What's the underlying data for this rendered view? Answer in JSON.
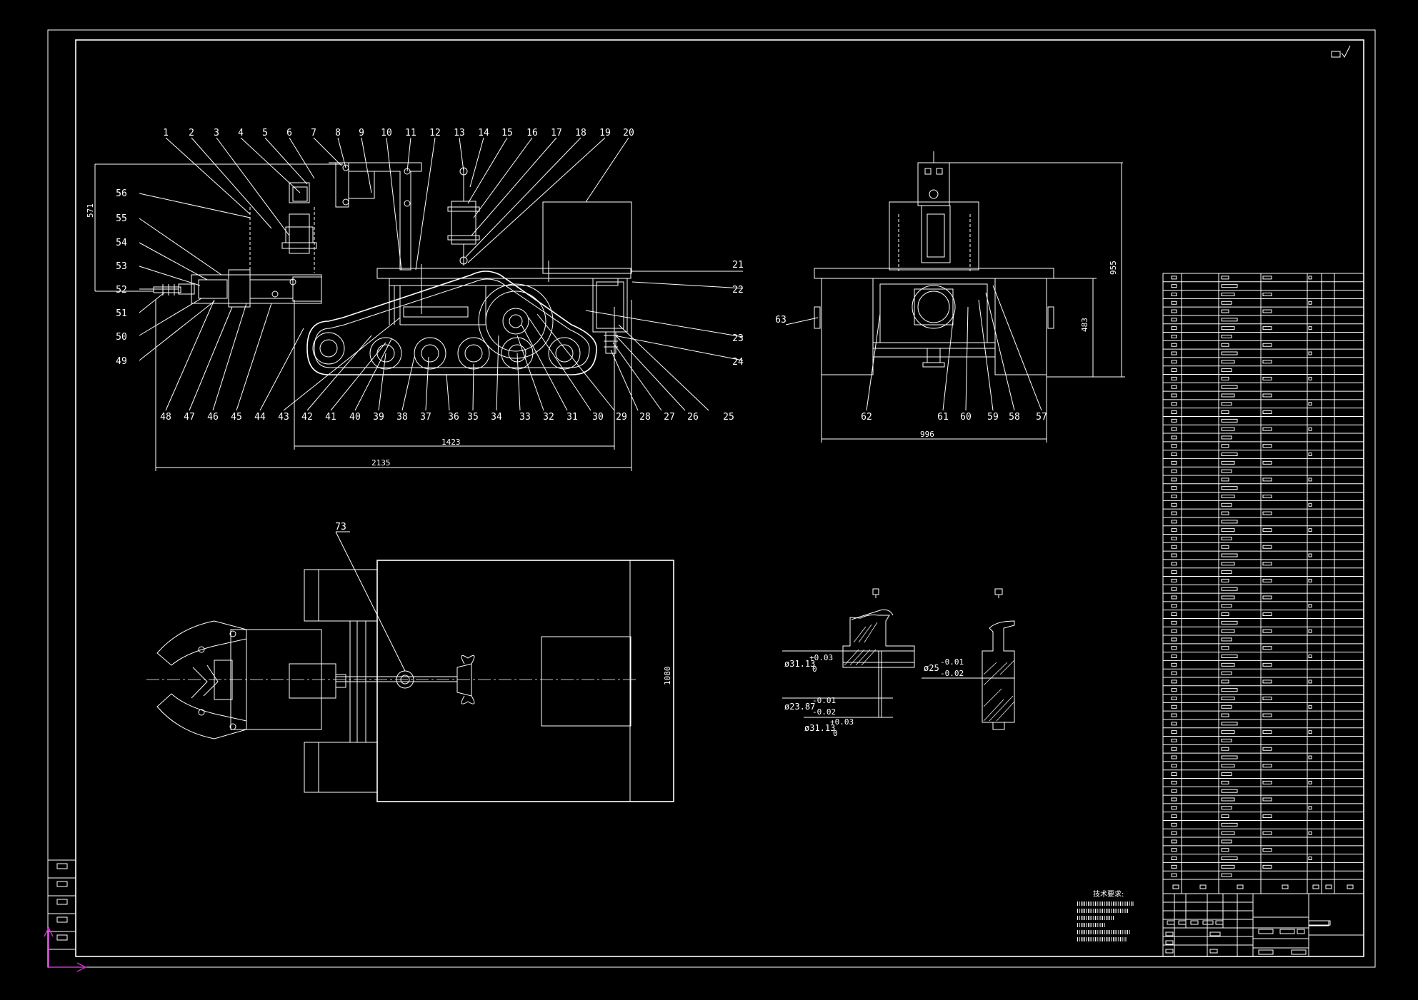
{
  "drawing": {
    "colors": {
      "background": "#000000",
      "lines": "#ffffff",
      "ucs_axis": "#cc33cc"
    },
    "balloons_front": [
      "1",
      "2",
      "3",
      "4",
      "5",
      "6",
      "7",
      "8",
      "9",
      "10",
      "11",
      "12",
      "13",
      "14",
      "15",
      "16",
      "17",
      "18",
      "19",
      "20"
    ],
    "balloons_right": [
      "21",
      "22",
      "23",
      "24"
    ],
    "balloons_bottom": [
      "48",
      "47",
      "46",
      "45",
      "44",
      "43",
      "42",
      "41",
      "40",
      "39",
      "38",
      "37",
      "36",
      "35",
      "34",
      "33",
      "32",
      "31",
      "30",
      "29",
      "28",
      "27",
      "26",
      "25"
    ],
    "balloons_left": [
      "56",
      "55",
      "54",
      "53",
      "52",
      "51",
      "50",
      "49"
    ],
    "balloons_side": {
      "left": "63",
      "bottom": [
        "62",
        "61",
        "60",
        "59",
        "58",
        "57"
      ]
    },
    "balloon_top_view": "73",
    "dimensions": {
      "front_height": "571",
      "front_width_1423": "1423",
      "front_width_2135": "2135",
      "side_955": "955",
      "side_483": "483",
      "side_996": "996",
      "top_1080": "1080"
    },
    "tolerances": {
      "d1_main": "ø31.13",
      "d1_up": "+0.03",
      "d1_lo": "0",
      "d2_main": "ø23.87",
      "d2_up": "-0.01",
      "d2_lo": "-0.02",
      "d3_main": "ø31.13",
      "d3_up": "+0.03",
      "d3_lo": "0",
      "d4_main": "ø25",
      "d4_up": "-0.01",
      "d4_lo": "-0.02"
    },
    "notes_heading": "技术要求:"
  }
}
